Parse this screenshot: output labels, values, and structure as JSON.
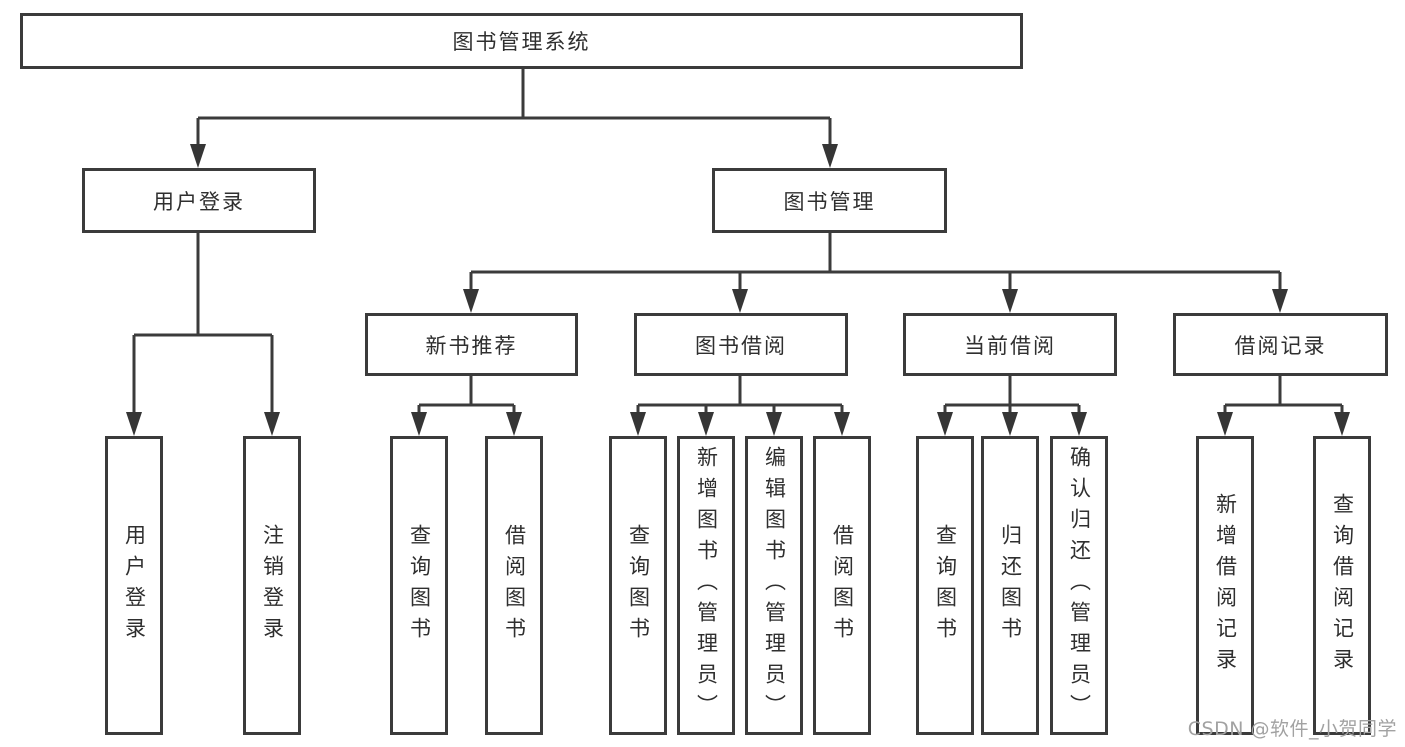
{
  "tree": {
    "root": {
      "label": "图书管理系统"
    },
    "level2": [
      {
        "label": "用户登录"
      },
      {
        "label": "图书管理"
      }
    ],
    "level3": [
      {
        "label": "新书推荐"
      },
      {
        "label": "图书借阅"
      },
      {
        "label": "当前借阅"
      },
      {
        "label": "借阅记录"
      }
    ],
    "leaves": {
      "user_login": [
        {
          "label": "用户登录"
        },
        {
          "label": "注销登录"
        }
      ],
      "new_book_recommend": [
        {
          "label": "查询图书"
        },
        {
          "label": "借阅图书"
        }
      ],
      "book_borrowing": [
        {
          "label": "查询图书"
        },
        {
          "label": "新增图书（管理员）"
        },
        {
          "label": "编辑图书（管理员）"
        },
        {
          "label": "借阅图书"
        }
      ],
      "current_borrowing": [
        {
          "label": "查询图书"
        },
        {
          "label": "归还图书"
        },
        {
          "label": "确认归还（管理员）"
        }
      ],
      "borrowing_records": [
        {
          "label": "新增借阅记录"
        },
        {
          "label": "查询借阅记录"
        }
      ]
    }
  },
  "watermark": {
    "text": "CSDN @软件_小贺同学"
  },
  "colors": {
    "line": "#3b3b3b",
    "border": "#3b3b3b",
    "text": "#2f2f2f",
    "background": "#ffffff",
    "watermark": "#a2a2a2"
  }
}
